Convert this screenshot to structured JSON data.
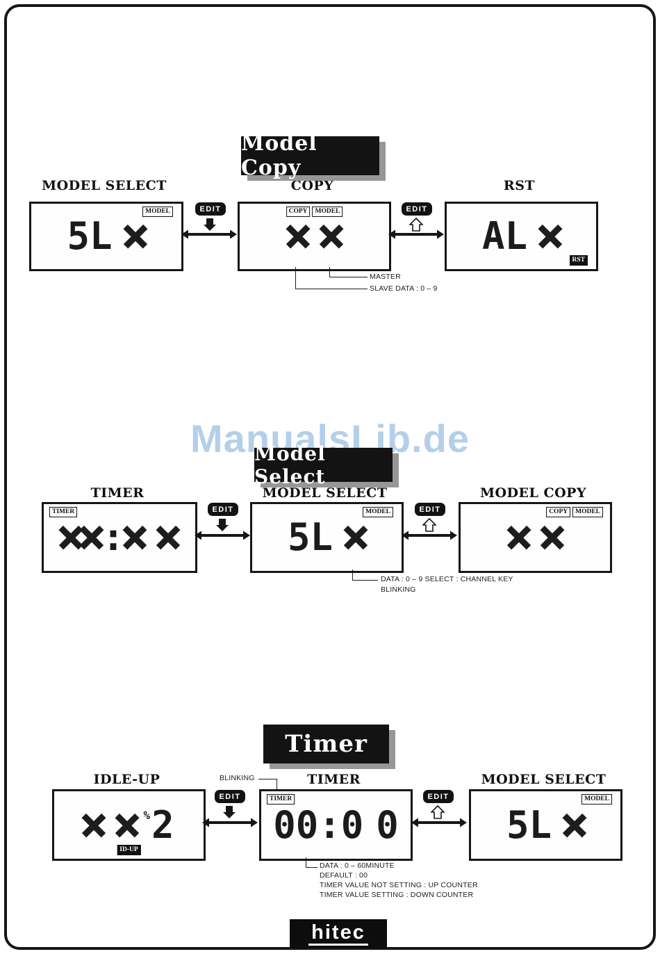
{
  "page": {
    "watermark": "ManualsLib.de",
    "edit_label": "EDIT",
    "logo": "hitec"
  },
  "sections": [
    {
      "title": "Model Copy",
      "panels": [
        {
          "label": "MODEL SELECT",
          "tags": [
            "MODEL"
          ],
          "display": "5L x"
        },
        {
          "label": "COPY",
          "tags": [
            "COPY",
            "MODEL"
          ],
          "display": "x x"
        },
        {
          "label": "RST",
          "tags": [
            "RST"
          ],
          "display": "AL x"
        }
      ],
      "callouts": [
        "MASTER",
        "SLAVE   DATA : 0 – 9"
      ]
    },
    {
      "title": "Model Select",
      "panels": [
        {
          "label": "TIMER",
          "tags": [
            "TIMER"
          ],
          "display": "xx:x x"
        },
        {
          "label": "MODEL SELECT",
          "tags": [
            "MODEL"
          ],
          "display": "5L x"
        },
        {
          "label": "MODEL COPY",
          "tags": [
            "COPY",
            "MODEL"
          ],
          "display": "x x"
        }
      ],
      "callouts": [
        "DATA : 0 – 9   SELECT : CHANNEL KEY",
        "BLINKING"
      ]
    },
    {
      "title": "Timer",
      "panels": [
        {
          "label": "IDLE-UP",
          "tags": [
            "ID-UP"
          ],
          "display": "x x%2"
        },
        {
          "label": "TIMER",
          "tags": [
            "TIMER"
          ],
          "display": "00:0 0"
        },
        {
          "label": "MODEL SELECT",
          "tags": [
            "MODEL"
          ],
          "display": "5L x"
        }
      ],
      "blinking_note": "BLINKING",
      "callouts": [
        "DATA : 0 – 60MINUTE",
        "DEFAULT : 00",
        "TIMER VALUE NOT SETTING : UP COUNTER",
        "TIMER VALUE SETTING : DOWN COUNTER"
      ]
    }
  ]
}
